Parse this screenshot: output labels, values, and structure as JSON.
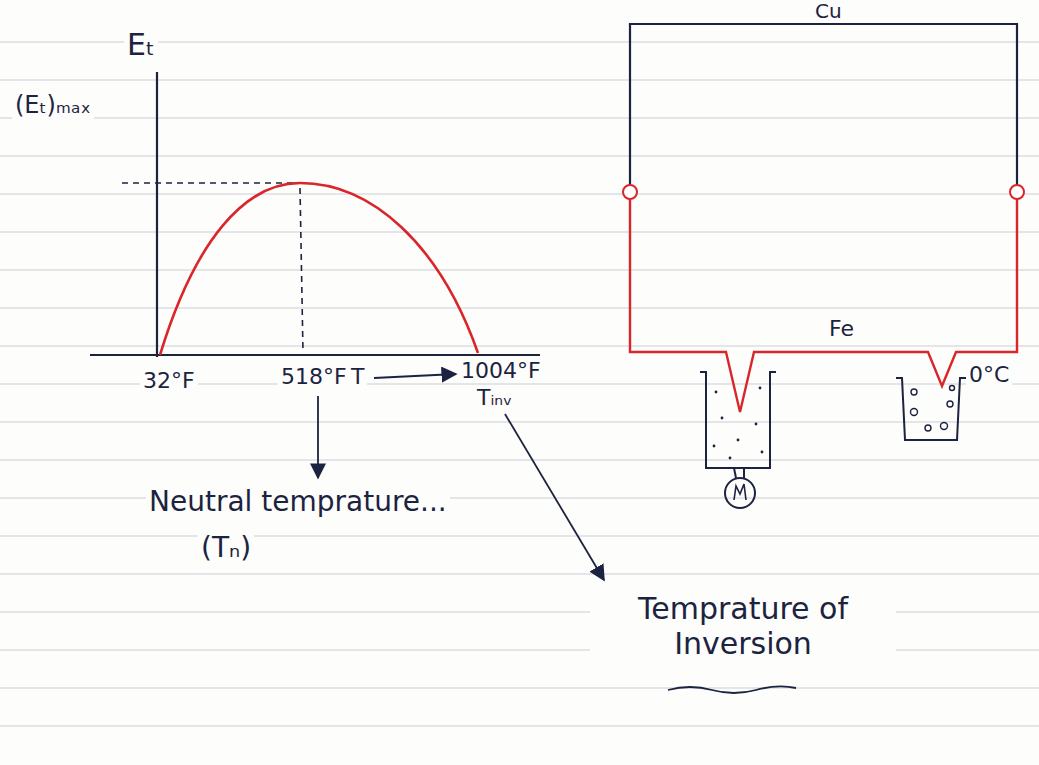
{
  "diagram": {
    "labels": [
      "Eₜ",
      "(Eₜ)ₘₐₓ",
      "32°F",
      "518°F",
      "T",
      "1004°F",
      "Tᵢₙᵥ",
      "Neutral temprature...",
      "(Tₙ)",
      "Temprature of Inversion",
      "Cu",
      "Fe",
      "0°C"
    ]
  }
}
